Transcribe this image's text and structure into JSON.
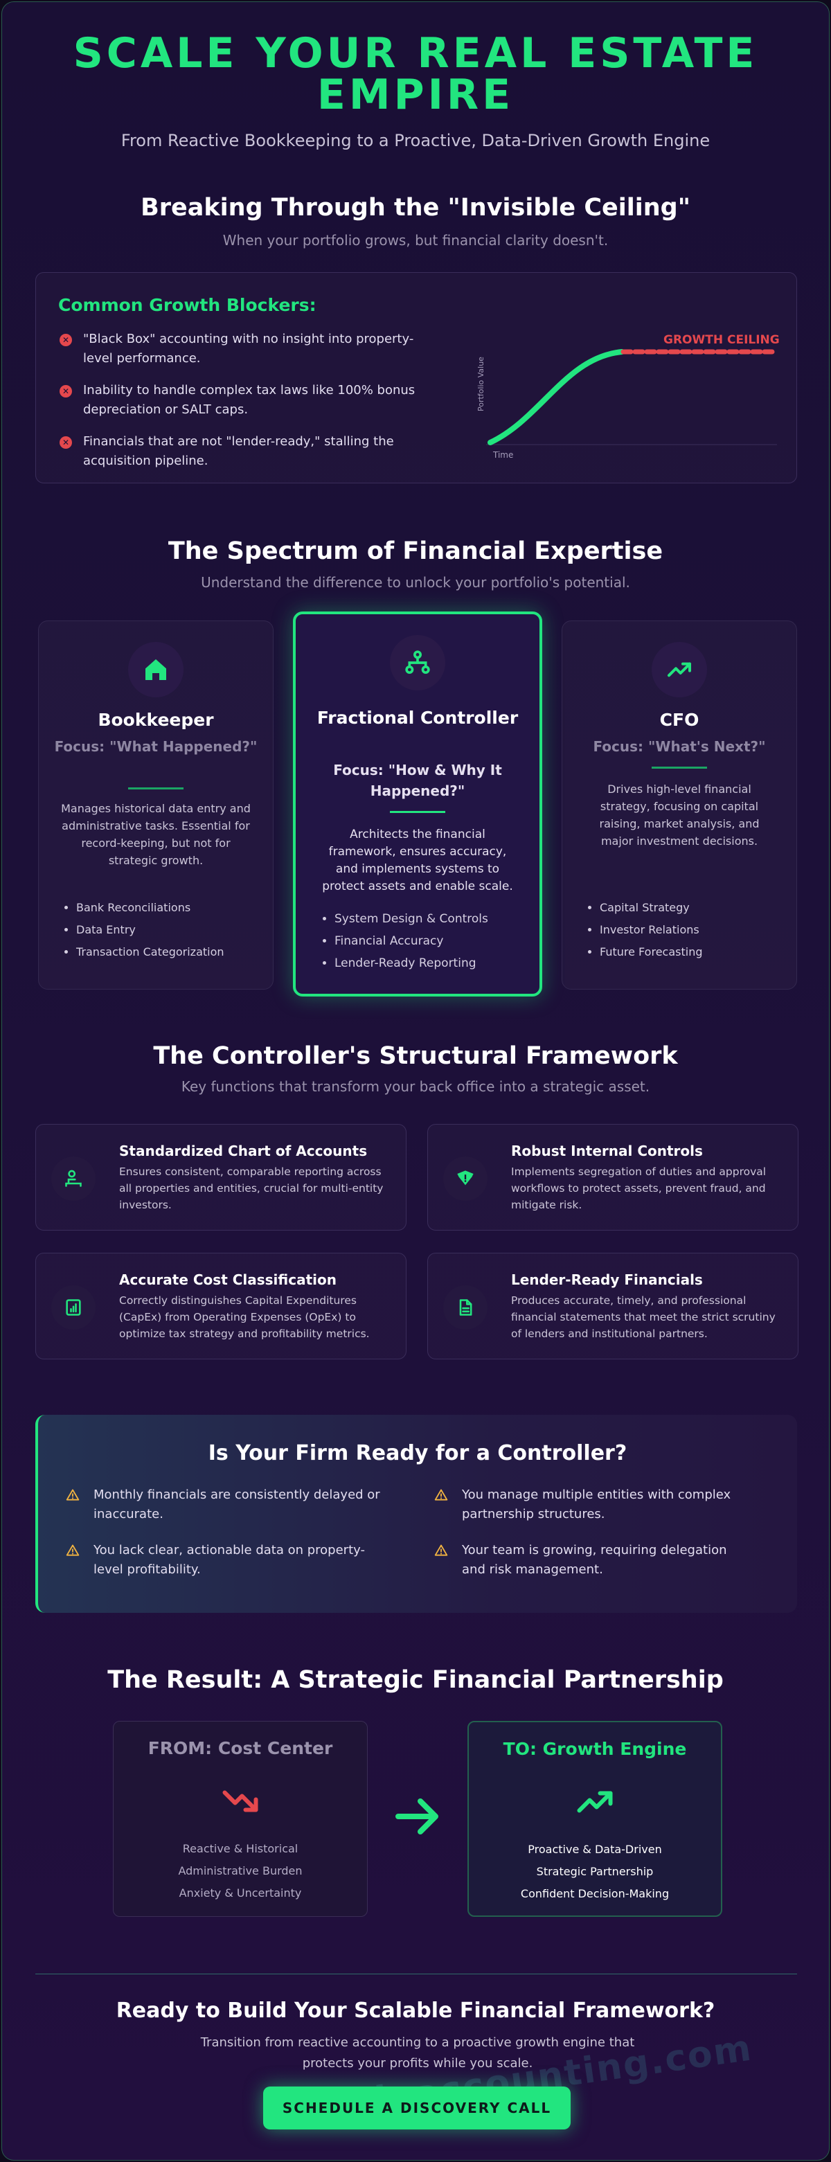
{
  "hero": {
    "title_line1": "SCALE YOUR REAL ESTATE",
    "title_line2": "EMPIRE",
    "subtitle": "From Reactive Bookkeeping to a Proactive, Data-Driven Growth Engine"
  },
  "ceiling": {
    "title": "Breaking Through the \"Invisible Ceiling\"",
    "subtitle": "When your portfolio grows, but financial clarity doesn't.",
    "blockers_title": "Common Growth Blockers:",
    "blockers": [
      "\"Black Box\" accounting with no insight into property-level performance.",
      "Inability to handle complex tax laws like 100% bonus depreciation or SALT caps.",
      "Financials that are not \"lender-ready,\" stalling the acquisition pipeline."
    ],
    "chart": {
      "ceiling_label": "GROWTH CEILING",
      "y_label": "Portfolio Value",
      "x_label": "Time"
    }
  },
  "spectrum": {
    "title": "The Spectrum of Financial Expertise",
    "subtitle": "Understand the difference to unlock your portfolio's potential.",
    "cards": [
      {
        "icon": "home-icon",
        "name": "Bookkeeper",
        "focus": "Focus: \"What Happened?\"",
        "description": "Manages historical data entry and administrative tasks. Essential for record-keeping, but not for strategic growth.",
        "items": [
          "Bank Reconciliations",
          "Data Entry",
          "Transaction Categorization"
        ]
      },
      {
        "icon": "hierarchy-icon",
        "name": "Fractional Controller",
        "focus": "Focus: \"How & Why It Happened?\"",
        "description": "Architects the financial framework, ensures accuracy, and implements systems to protect assets and enable scale.",
        "items": [
          "System Design & Controls",
          "Financial Accuracy",
          "Lender-Ready Reporting"
        ]
      },
      {
        "icon": "trend-up-icon",
        "name": "CFO",
        "focus": "Focus: \"What's Next?\"",
        "description": "Drives high-level financial strategy, focusing on capital raising, market analysis, and major investment decisions.",
        "items": [
          "Capital Strategy",
          "Investor Relations",
          "Future Forecasting"
        ]
      }
    ]
  },
  "framework": {
    "title": "The Controller's Structural Framework",
    "subtitle": "Key functions that transform your back office into a strategic asset.",
    "items": [
      {
        "icon": "org-chart-icon",
        "title": "Standardized Chart of Accounts",
        "description": "Ensures consistent, comparable reporting across all properties and entities, crucial for multi-entity investors."
      },
      {
        "icon": "shield-icon",
        "title": "Robust Internal Controls",
        "description": "Implements segregation of duties and approval workflows to protect assets, prevent fraud, and mitigate risk."
      },
      {
        "icon": "report-icon",
        "title": "Accurate Cost Classification",
        "description": "Correctly distinguishes Capital Expenditures (CapEx) from Operating Expenses (OpEx) to optimize tax strategy and profitability metrics."
      },
      {
        "icon": "document-icon",
        "title": "Lender-Ready Financials",
        "description": "Produces accurate, timely, and professional financial statements that meet the strict scrutiny of lenders and institutional partners."
      }
    ]
  },
  "ready": {
    "title": "Is Your Firm Ready for a Controller?",
    "items": [
      "Monthly financials are consistently delayed or inaccurate.",
      "You manage multiple entities with complex partnership structures.",
      "You lack clear, actionable data on property-level profitability.",
      "Your team is growing, requiring delegation and risk management."
    ]
  },
  "result": {
    "title": "The Result: A Strategic Financial Partnership",
    "from": {
      "title": "FROM: Cost Center",
      "lines": [
        "Reactive & Historical",
        "Administrative Burden",
        "Anxiety & Uncertainty"
      ]
    },
    "to": {
      "title": "TO: Growth Engine",
      "lines": [
        "Proactive & Data-Driven",
        "Strategic Partnership",
        "Confident Decision-Making"
      ]
    }
  },
  "cta": {
    "title": "Ready to Build Your Scalable Financial Framework?",
    "subtitle": "Transition from reactive accounting to a proactive growth engine that protects your profits while you scale.",
    "button": "SCHEDULE A DISCOVERY CALL",
    "watermark": "kieaccounting.com"
  },
  "colors": {
    "accent": "#22e57f",
    "danger": "#e5484d",
    "warning": "#f2b441",
    "background": "#1a0f35"
  }
}
